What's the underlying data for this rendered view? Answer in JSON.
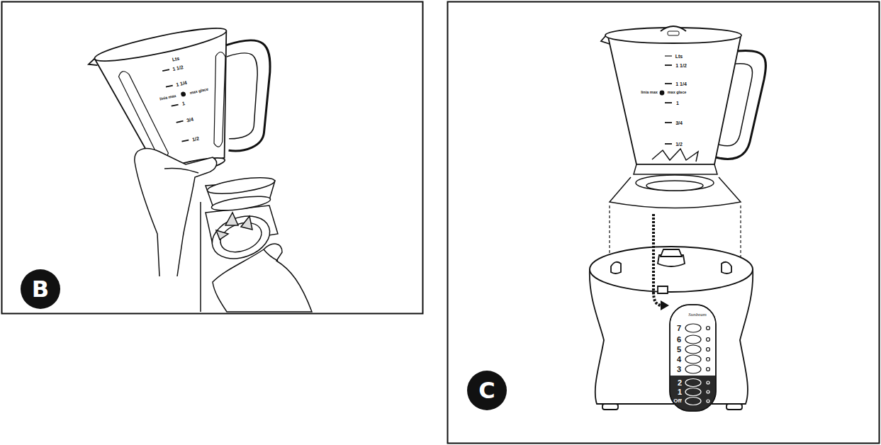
{
  "diagram": {
    "nodes": [
      {
        "text": [
          "B"
        ]
      },
      {
        "text": [
          "C"
        ]
      }
    ],
    "labels": [
      "Lts",
      "1 1/2",
      "1 1/4",
      "linia max",
      "max glace",
      "1",
      "3/4",
      "1/2",
      "Lts",
      "1 1/2",
      "1 1/4",
      "linia max",
      "max glace",
      "1",
      "3/4",
      "1/2",
      "Sunbeam",
      "7",
      "6",
      "5",
      "4",
      "3",
      "2",
      "1",
      "Off"
    ]
  }
}
